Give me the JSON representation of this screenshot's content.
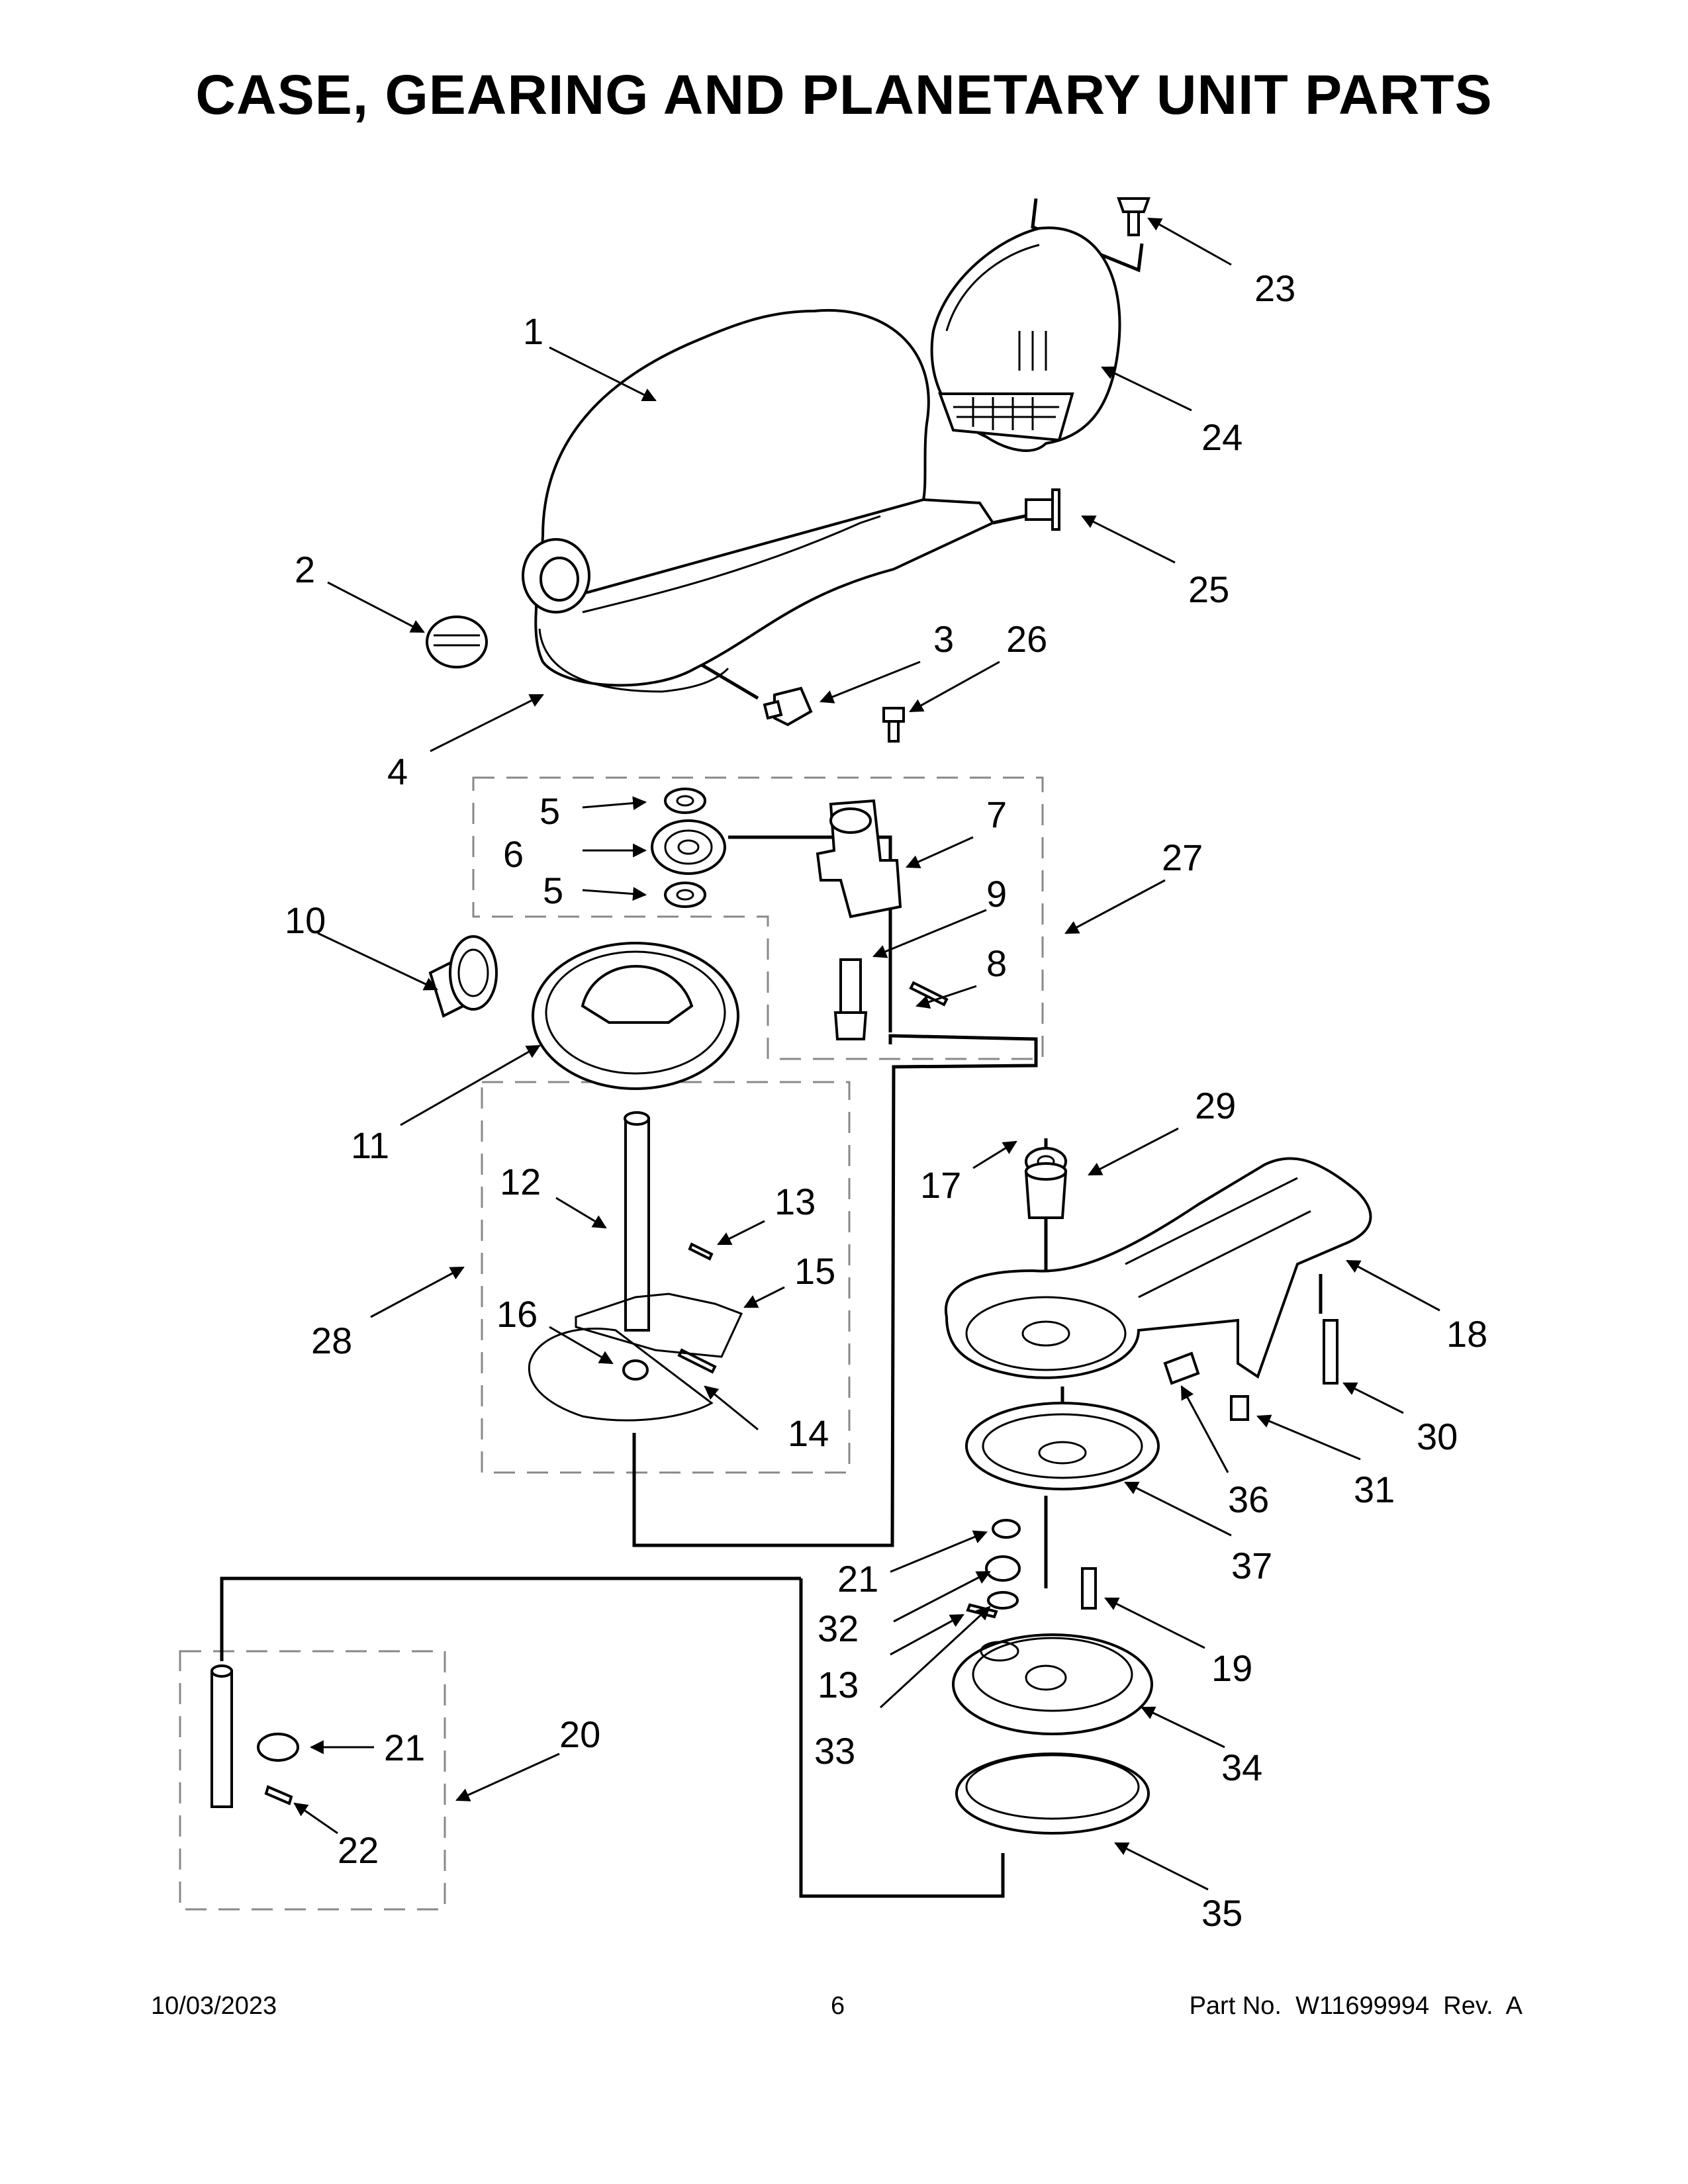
{
  "title": "CASE, GEARING AND PLANETARY UNIT PARTS",
  "footer": {
    "date": "10/03/2023",
    "page": "6",
    "part": "Part No.  W11699994  Rev.  A"
  },
  "callouts": {
    "c1": "1",
    "c2": "2",
    "c3": "3",
    "c4": "4",
    "c5a": "5",
    "c5b": "5",
    "c6": "6",
    "c7": "7",
    "c8": "8",
    "c9": "9",
    "c10": "10",
    "c11": "11",
    "c12": "12",
    "c13a": "13",
    "c13b": "13",
    "c14": "14",
    "c15": "15",
    "c16": "16",
    "c17": "17",
    "c18": "18",
    "c19": "19",
    "c20": "20",
    "c21a": "21",
    "c21b": "21",
    "c22": "22",
    "c23": "23",
    "c24": "24",
    "c25": "25",
    "c26": "26",
    "c27": "27",
    "c28": "28",
    "c29": "29",
    "c30": "30",
    "c31": "31",
    "c32": "32",
    "c33": "33",
    "c34": "34",
    "c35": "35",
    "c36": "36",
    "c37": "37"
  }
}
